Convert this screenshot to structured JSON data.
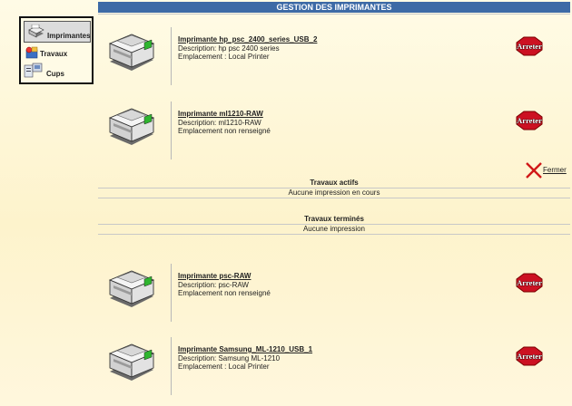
{
  "header": {
    "title": "GESTION DES IMPRIMANTES"
  },
  "sidebar": {
    "items": [
      {
        "label": "Imprimantes",
        "icon": "printer-icon"
      },
      {
        "label": "Travaux",
        "icon": "jobs-icon"
      },
      {
        "label": "Cups",
        "icon": "cups-icon"
      }
    ]
  },
  "printers": [
    {
      "name": "Imprimante hp_psc_2400_series_USB_2",
      "description": "Description: hp psc 2400 series",
      "location": "Emplacement : Local Printer",
      "stop_label": "Arreter"
    },
    {
      "name": "Imprimante ml1210-RAW",
      "description": "Description: ml1210-RAW",
      "location": "Emplacement non renseigné",
      "stop_label": "Arreter"
    },
    {
      "name": "Imprimante psc-RAW",
      "description": "Description: psc-RAW",
      "location": "Emplacement non renseigné",
      "stop_label": "Arreter"
    },
    {
      "name": "Imprimante Samsung_ML-1210_USB_1",
      "description": "Description: Samsung ML-1210",
      "location": "Emplacement : Local Printer",
      "stop_label": "Arreter"
    }
  ],
  "jobs": {
    "close_label": "Fermer",
    "active_title": "Travaux actifs",
    "active_text": "Aucune impression en cours",
    "done_title": "Travaux terminés",
    "done_text": "Aucune impression"
  },
  "colors": {
    "title_bar": "#3d6aa6",
    "stop_red": "#cc1122",
    "close_red": "#d01818"
  }
}
